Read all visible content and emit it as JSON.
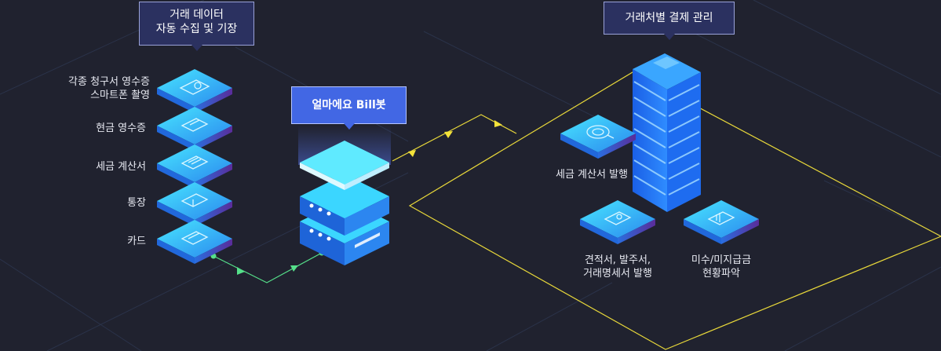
{
  "callouts": {
    "collect": [
      "거래 데이터",
      "자동 수집 및 기장"
    ],
    "bill": "얼마에요 Bill봇",
    "manage": "거래처별 결제 관리"
  },
  "inputs": [
    "각종 청구서 영수증\n스마트폰 촬영",
    "현금 영수증",
    "세금 계산서",
    "통장",
    "카드"
  ],
  "outputs": {
    "tax_invoice": "세금 계산서 발행",
    "quote": "견적서, 발주서,\n거래명세서 발행",
    "unpaid": "미수/미지급금\n현황파악"
  },
  "colors": {
    "background": "#20222f",
    "tile_top": "#3ee0ff",
    "tile_side": "#1f6fd6",
    "accent_line": "#f4e33a",
    "flow_line": "#55e08a",
    "callout_blue": "#4267e4",
    "callout_dark": "#2b3160"
  }
}
